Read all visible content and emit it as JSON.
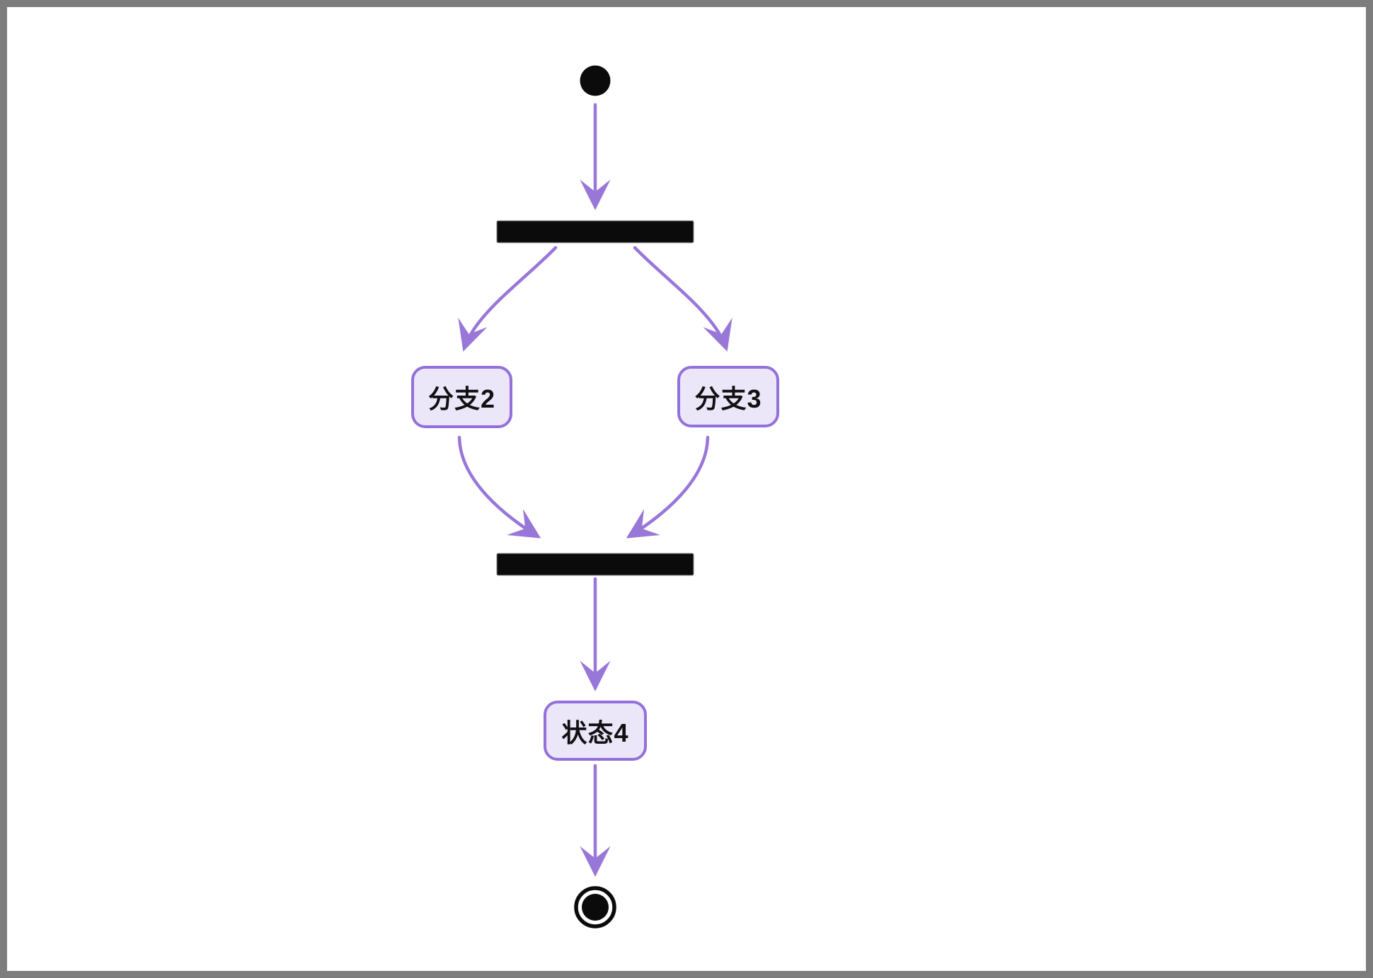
{
  "diagram": {
    "kind": "state-machine-flow-diagram",
    "nodes": {
      "initial": {
        "kind": "initial-state"
      },
      "fork": {
        "kind": "fork-bar"
      },
      "branch2": {
        "label": "分支2"
      },
      "branch3": {
        "label": "分支3"
      },
      "join": {
        "kind": "join-bar"
      },
      "state4": {
        "label": "状态4"
      },
      "final": {
        "kind": "final-state"
      }
    },
    "edges": [
      {
        "from": "initial",
        "to": "fork"
      },
      {
        "from": "fork",
        "to": "branch2"
      },
      {
        "from": "fork",
        "to": "branch3"
      },
      {
        "from": "branch2",
        "to": "join"
      },
      {
        "from": "branch3",
        "to": "join"
      },
      {
        "from": "join",
        "to": "state4"
      },
      {
        "from": "state4",
        "to": "final"
      }
    ],
    "colors": {
      "edge": "#9977d8",
      "node_border": "#9370db",
      "node_fill": "#ece6f9",
      "node_text": "#111111",
      "bar_fill": "#0b0b0b",
      "bar_stroke": "#8a8a8a",
      "canvas": "#ffffff",
      "frame": "#7d7d7d"
    }
  }
}
